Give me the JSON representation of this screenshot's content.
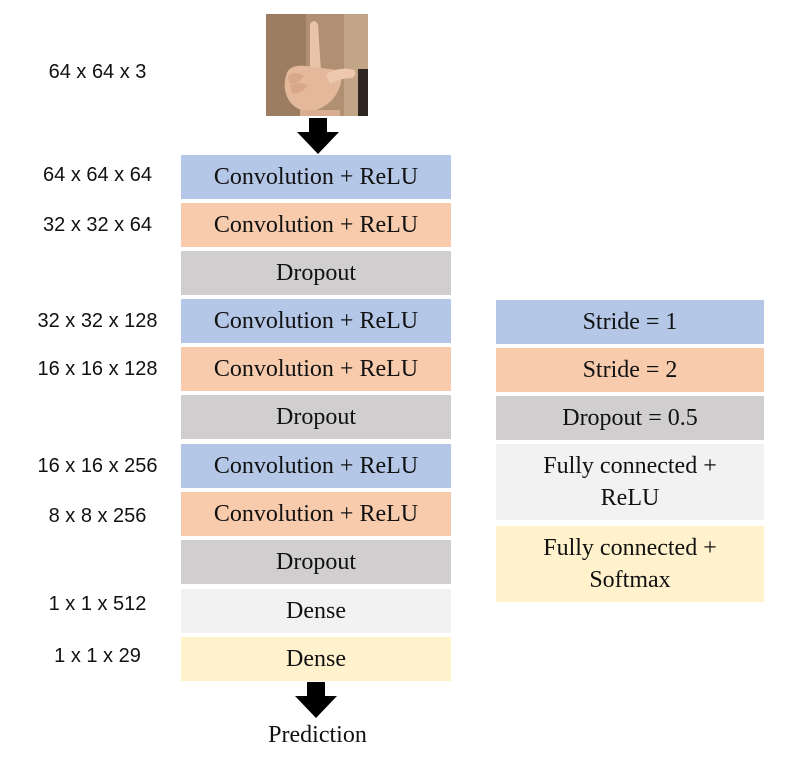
{
  "input": {
    "dims": "64 x 64 x 3",
    "image_description_icon": "hand-sign-l-photo"
  },
  "layers": [
    {
      "dims": "64 x 64 x 64",
      "label": "Convolution + ReLU",
      "kind": "stride1"
    },
    {
      "dims": "32 x 32 x 64",
      "label": "Convolution + ReLU",
      "kind": "stride2"
    },
    {
      "dims": "",
      "label": "Dropout",
      "kind": "dropout"
    },
    {
      "dims": "32 x 32 x 128",
      "label": "Convolution + ReLU",
      "kind": "stride1"
    },
    {
      "dims": "16 x 16 x 128",
      "label": "Convolution + ReLU",
      "kind": "stride2"
    },
    {
      "dims": "",
      "label": "Dropout",
      "kind": "dropout"
    },
    {
      "dims": "16 x 16 x 256",
      "label": "Convolution + ReLU",
      "kind": "stride1"
    },
    {
      "dims": "8 x 8 x 256",
      "label": "Convolution + ReLU",
      "kind": "stride2"
    },
    {
      "dims": "",
      "label": "Dropout",
      "kind": "dropout"
    },
    {
      "dims": "1 x 1 x 512",
      "label": "Dense",
      "kind": "fc_relu"
    },
    {
      "dims": "1 x 1 x 29",
      "label": "Dense",
      "kind": "fc_softmax"
    }
  ],
  "output": {
    "label": "Prediction"
  },
  "legend": [
    {
      "kind": "stride1",
      "lines": [
        "Stride = 1"
      ]
    },
    {
      "kind": "stride2",
      "lines": [
        "Stride = 2"
      ]
    },
    {
      "kind": "dropout",
      "lines": [
        "Dropout = 0.5"
      ]
    },
    {
      "kind": "fc_relu",
      "lines": [
        "Fully connected +",
        "ReLU"
      ]
    },
    {
      "kind": "fc_softmax",
      "lines": [
        "Fully connected +",
        "Softmax"
      ]
    }
  ],
  "colors": {
    "stride1": "#b4c7e7",
    "stride2": "#f8cbad",
    "dropout": "#d0cece",
    "fc_relu": "#f2f2f2",
    "fc_softmax": "#fff2cc",
    "arrow": "#000000"
  }
}
